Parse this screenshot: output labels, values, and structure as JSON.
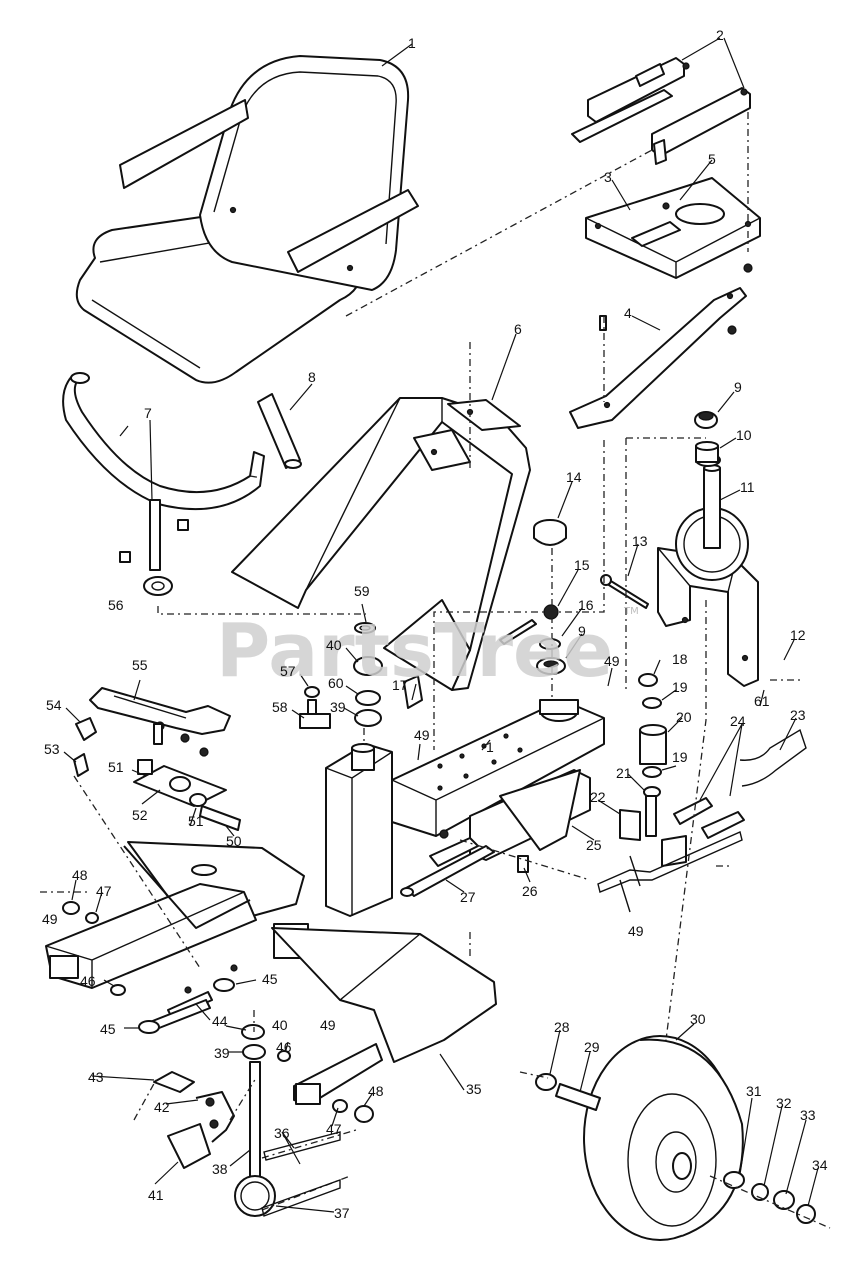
{
  "watermark": {
    "text": "PartsTree",
    "trademark": "TM"
  },
  "callouts": [
    {
      "id": "c1",
      "text": "1"
    },
    {
      "id": "c2",
      "text": "2"
    },
    {
      "id": "c3",
      "text": "3"
    },
    {
      "id": "c4",
      "text": "4"
    },
    {
      "id": "c5",
      "text": "5"
    },
    {
      "id": "c6",
      "text": "6"
    },
    {
      "id": "c7",
      "text": "7"
    },
    {
      "id": "c8",
      "text": "8"
    },
    {
      "id": "c9a",
      "text": "9"
    },
    {
      "id": "c10",
      "text": "10"
    },
    {
      "id": "c11",
      "text": "11"
    },
    {
      "id": "c12",
      "text": "12"
    },
    {
      "id": "c13",
      "text": "13"
    },
    {
      "id": "c14",
      "text": "14"
    },
    {
      "id": "c15",
      "text": "15"
    },
    {
      "id": "c16",
      "text": "16"
    },
    {
      "id": "c9b",
      "text": "9"
    },
    {
      "id": "c17",
      "text": "17"
    },
    {
      "id": "c18",
      "text": "18"
    },
    {
      "id": "c19a",
      "text": "19"
    },
    {
      "id": "c20",
      "text": "20"
    },
    {
      "id": "c19b",
      "text": "19"
    },
    {
      "id": "c21",
      "text": "21"
    },
    {
      "id": "c22",
      "text": "22"
    },
    {
      "id": "c23",
      "text": "23"
    },
    {
      "id": "c24",
      "text": "24"
    },
    {
      "id": "c25",
      "text": "25"
    },
    {
      "id": "c26",
      "text": "26"
    },
    {
      "id": "c27",
      "text": "27"
    },
    {
      "id": "c28",
      "text": "28"
    },
    {
      "id": "c29",
      "text": "29"
    },
    {
      "id": "c30",
      "text": "30"
    },
    {
      "id": "c31",
      "text": "31"
    },
    {
      "id": "c32",
      "text": "32"
    },
    {
      "id": "c33",
      "text": "33"
    },
    {
      "id": "c34",
      "text": "34"
    },
    {
      "id": "c35",
      "text": "35"
    },
    {
      "id": "c36",
      "text": "36"
    },
    {
      "id": "c37",
      "text": "37"
    },
    {
      "id": "c38",
      "text": "38"
    },
    {
      "id": "c39a",
      "text": "39"
    },
    {
      "id": "c40a",
      "text": "40"
    },
    {
      "id": "c39b",
      "text": "39"
    },
    {
      "id": "c40b",
      "text": "40"
    },
    {
      "id": "c41",
      "text": "41"
    },
    {
      "id": "c42",
      "text": "42"
    },
    {
      "id": "c43",
      "text": "43"
    },
    {
      "id": "c44",
      "text": "44"
    },
    {
      "id": "c45a",
      "text": "45"
    },
    {
      "id": "c45b",
      "text": "45"
    },
    {
      "id": "c46a",
      "text": "46"
    },
    {
      "id": "c46b",
      "text": "46"
    },
    {
      "id": "c47a",
      "text": "47"
    },
    {
      "id": "c47b",
      "text": "47"
    },
    {
      "id": "c48a",
      "text": "48"
    },
    {
      "id": "c48b",
      "text": "48"
    },
    {
      "id": "c49a",
      "text": "49"
    },
    {
      "id": "c49b",
      "text": "49"
    },
    {
      "id": "c49c",
      "text": "49"
    },
    {
      "id": "c49d",
      "text": "49"
    },
    {
      "id": "c49e",
      "text": "49"
    },
    {
      "id": "c50",
      "text": "50"
    },
    {
      "id": "c51a",
      "text": "51"
    },
    {
      "id": "c51b",
      "text": "51"
    },
    {
      "id": "c52",
      "text": "52"
    },
    {
      "id": "c53",
      "text": "53"
    },
    {
      "id": "c54",
      "text": "54"
    },
    {
      "id": "c55",
      "text": "55"
    },
    {
      "id": "c56",
      "text": "56"
    },
    {
      "id": "c57",
      "text": "57"
    },
    {
      "id": "c58",
      "text": "58"
    },
    {
      "id": "c59",
      "text": "59"
    },
    {
      "id": "c60",
      "text": "60"
    },
    {
      "id": "c61",
      "text": "61"
    },
    {
      "id": "c1b",
      "text": "1"
    }
  ]
}
